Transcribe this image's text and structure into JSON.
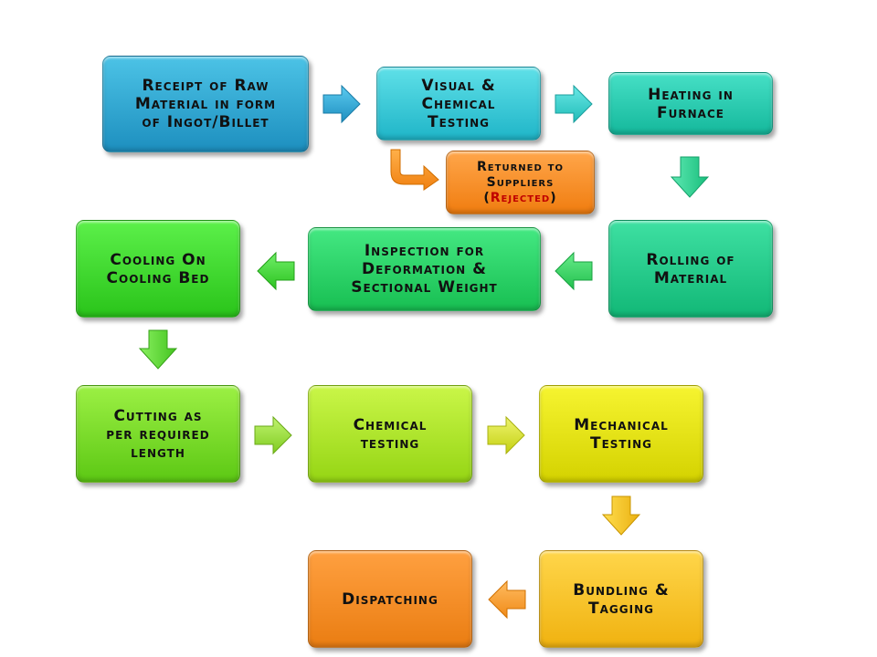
{
  "steps": {
    "receipt": "Receipt of Raw\nMaterial in form\nof Ingot/Billet",
    "visual": "Visual &\nChemical\nTesting",
    "heating": "Heating in\nFurnace",
    "returned_a": "Returned to\nSuppliers\n(",
    "returned_rej": "Rejected",
    "returned_b": ")",
    "rolling": "Rolling of\nMaterial",
    "inspection": "Inspection for\nDeformation &\nSectional Weight",
    "cooling": "Cooling On\nCooling Bed",
    "cutting": "Cutting as\nper required\nlength",
    "chemical": "Chemical\ntesting",
    "mechanical": "Mechanical\nTesting",
    "bundling": "Bundling &\nTagging",
    "dispatching": "Dispatching"
  }
}
